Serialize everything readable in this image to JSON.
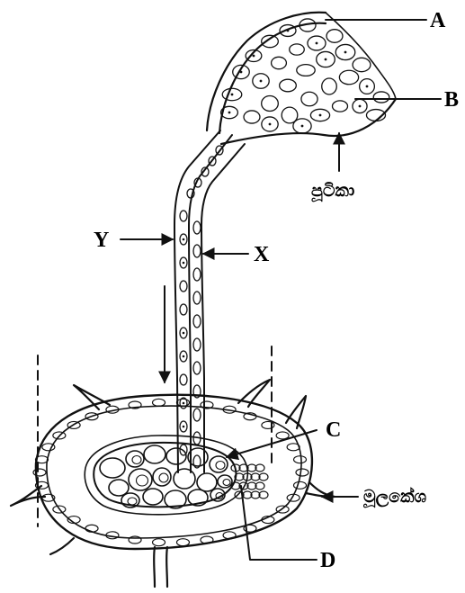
{
  "labels": {
    "a": "A",
    "b": "B",
    "c": "C",
    "d": "D",
    "x": "X",
    "y": "Y",
    "stomata": "පූටිකා",
    "root_hairs": "මූලකේශ"
  },
  "colors": {
    "ink": "#111111",
    "paper": "#ffffff"
  }
}
